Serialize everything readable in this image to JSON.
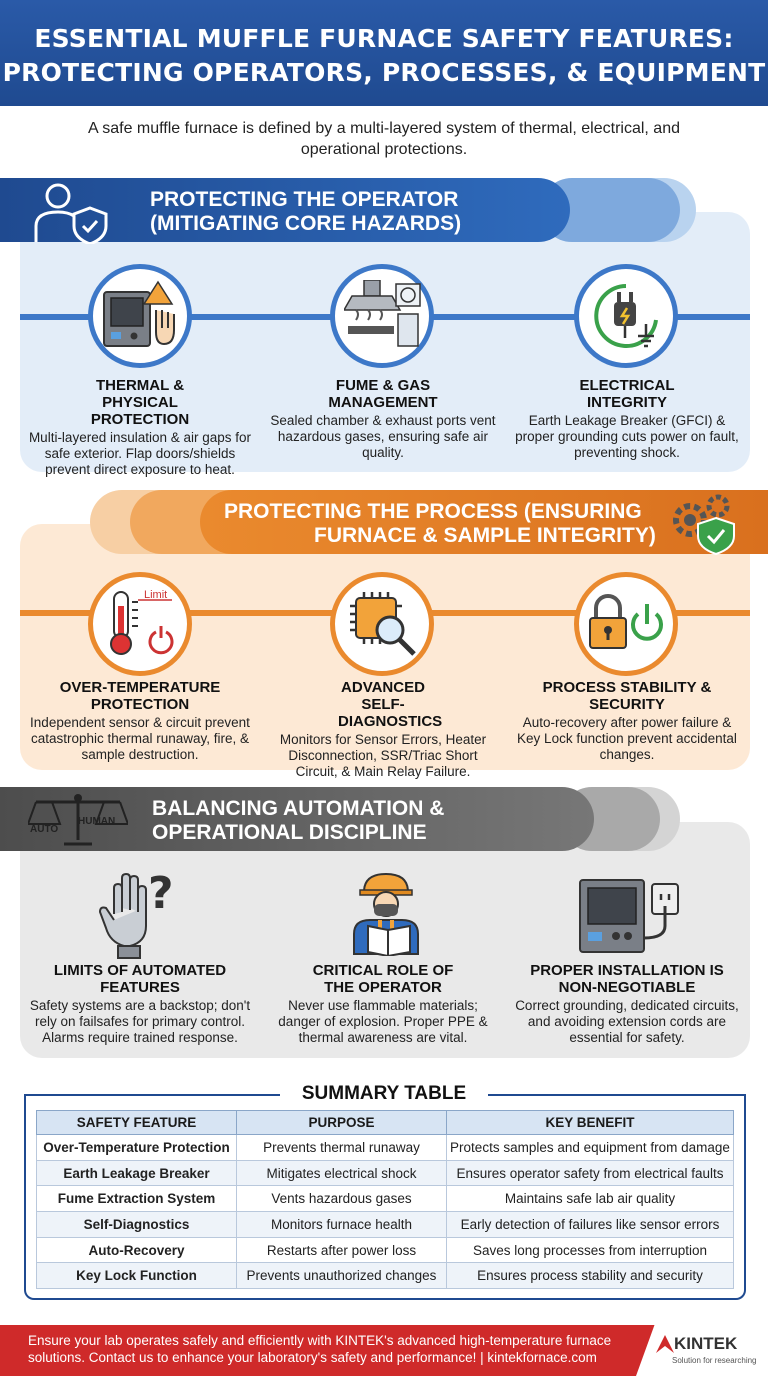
{
  "header": {
    "line1": "ESSENTIAL MUFFLE FURNACE SAFETY FEATURES:",
    "line2": "PROTECTING OPERATORS, PROCESSES, & EQUIPMENT"
  },
  "intro": "A safe muffle furnace is defined by a multi-layered system of thermal, electrical, and operational protections.",
  "sections": {
    "operator": {
      "title1": "PROTECTING THE OPERATOR",
      "title2": "(MITIGATING CORE HAZARDS)",
      "items": [
        {
          "title": "THERMAL & PHYSICAL PROTECTION",
          "desc": "Multi-layered insulation & air gaps for safe exterior. Flap doors/shields prevent direct exposure to heat."
        },
        {
          "title": "FUME & GAS MANAGEMENT",
          "desc": "Sealed chamber & exhaust ports vent hazardous gases, ensuring safe air quality."
        },
        {
          "title": "ELECTRICAL INTEGRITY",
          "desc": "Earth Leakage Breaker (GFCI) & proper grounding cuts power on fault, preventing shock."
        }
      ]
    },
    "process": {
      "title1": "PROTECTING THE PROCESS (ENSURING",
      "title2": "FURNACE & SAMPLE INTEGRITY)",
      "limit_label": "Limit",
      "items": [
        {
          "title": "OVER-TEMPERATURE PROTECTION",
          "desc": "Independent sensor & circuit prevent catastrophic thermal runaway, fire, & sample destruction."
        },
        {
          "title": "ADVANCED SELF-DIAGNOSTICS",
          "desc": "Monitors for Sensor Errors, Heater Disconnection, SSR/Triac Short Circuit, & Main Relay Failure."
        },
        {
          "title": "PROCESS STABILITY & SECURITY",
          "desc": "Auto-recovery after power failure & Key Lock function prevent accidental changes."
        }
      ]
    },
    "balance": {
      "title1": "BALANCING AUTOMATION &",
      "title2": "OPERATIONAL DISCIPLINE",
      "scale_left": "AUTO",
      "scale_right": "HUMAN",
      "items": [
        {
          "title": "LIMITS OF AUTOMATED FEATURES",
          "desc": "Safety systems are a backstop; don't rely on failsafes for primary control. Alarms require trained response."
        },
        {
          "title": "CRITICAL ROLE OF THE OPERATOR",
          "desc": "Never use flammable materials; danger of explosion. Proper PPE & thermal awareness are vital."
        },
        {
          "title": "PROPER INSTALLATION IS NON-NEGOTIABLE",
          "desc": "Correct grounding, dedicated circuits, and avoiding extension cords are essential for safety."
        }
      ]
    }
  },
  "summary": {
    "title": "SUMMARY TABLE",
    "headers": [
      "SAFETY FEATURE",
      "PURPOSE",
      "KEY BENEFIT"
    ],
    "rows": [
      [
        "Over-Temperature Protection",
        "Prevents thermal runaway",
        "Protects samples and equipment from damage"
      ],
      [
        "Earth Leakage Breaker",
        "Mitigates electrical shock",
        "Ensures operator safety from electrical faults"
      ],
      [
        "Fume Extraction System",
        "Vents hazardous gases",
        "Maintains safe lab air quality"
      ],
      [
        "Self-Diagnostics",
        "Monitors furnace health",
        "Early detection of failures like sensor errors"
      ],
      [
        "Auto-Recovery",
        "Restarts after power loss",
        "Saves long processes from interruption"
      ],
      [
        "Key Lock Function",
        "Prevents unauthorized changes",
        "Ensures process stability and security"
      ]
    ]
  },
  "footer": {
    "text": "Ensure your lab operates safely and efficiently with KINTEK's advanced high-temperature furnace solutions. Contact us to enhance your laboratory's safety and performance! | kintekfornace.com",
    "logo": "KINTEK",
    "tagline": "Solution for researching"
  },
  "colors": {
    "blue": "#2a5aa8",
    "orange": "#ea8a2e",
    "gray": "#6b6b6b",
    "red": "#cf2a2a"
  }
}
